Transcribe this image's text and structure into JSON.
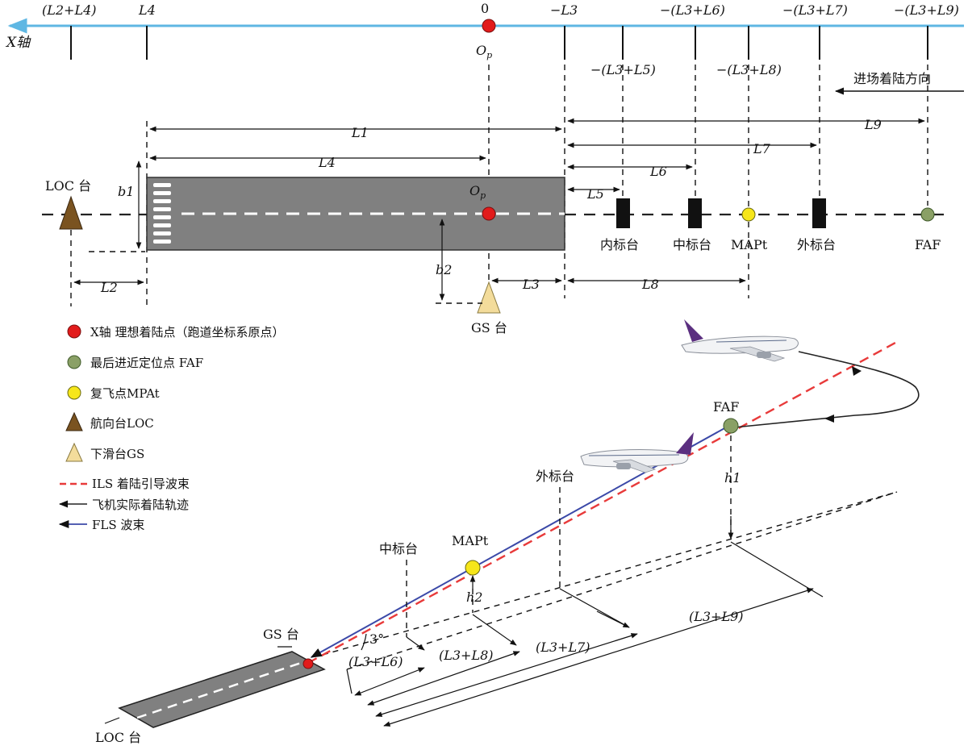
{
  "x_axis": {
    "label": "X轴",
    "origin_value": "0",
    "origin_label": "O",
    "origin_sub": "p",
    "ticks": [
      {
        "id": "l2l4",
        "text": "(L2+L4)"
      },
      {
        "id": "l4",
        "text": "L4"
      },
      {
        "id": "neg_l3",
        "text": "−L3"
      },
      {
        "id": "neg_l3l5",
        "text": "−(L3+L5)"
      },
      {
        "id": "neg_l3l6",
        "text": "−(L3+L6)"
      },
      {
        "id": "neg_l3l8",
        "text": "−(L3+L8)"
      },
      {
        "id": "neg_l3l7",
        "text": "−(L3+L7)"
      },
      {
        "id": "neg_l3l9",
        "text": "−(L3+L9)"
      }
    ]
  },
  "approach_direction": "进场着陆方向",
  "plan": {
    "loc_label": "LOC 台",
    "gs_label": "GS 台",
    "op_label": "O",
    "op_sub": "p",
    "markers": {
      "inner": "内标台",
      "middle": "中标台",
      "mapt": "MAPt",
      "outer": "外标台",
      "faf": "FAF"
    },
    "dims": {
      "L1": "L1",
      "L2": "L2",
      "L3": "L3",
      "L4": "L4",
      "L5": "L5",
      "L6": "L6",
      "L7": "L7",
      "L8": "L8",
      "L9": "L9",
      "b1": "b1",
      "b2": "b2"
    }
  },
  "legend": [
    {
      "id": "ideal",
      "text": "X轴 理想着陆点（跑道坐标系原点）",
      "color": "#e21b1b",
      "shape": "circle"
    },
    {
      "id": "faf",
      "text": "最后进近定位点 FAF",
      "color": "#8aa066",
      "shape": "circle"
    },
    {
      "id": "mapt",
      "text": "复飞点MPAt",
      "color": "#f6e61a",
      "shape": "circle"
    },
    {
      "id": "loc",
      "text": "航向台LOC",
      "color": "#7a5320",
      "shape": "triangle"
    },
    {
      "id": "gs",
      "text": "下滑台GS",
      "color": "#f3dc9b",
      "shape": "triangle"
    },
    {
      "id": "ils",
      "text": "ILS 着陆引导波束",
      "color": "#e83a3a",
      "shape": "dashed-line"
    },
    {
      "id": "track",
      "text": "飞机实际着陆轨迹",
      "color": "#222222",
      "shape": "arrow-line"
    },
    {
      "id": "fls",
      "text": "FLS 波束",
      "color": "#3b49a8",
      "shape": "arrow-line"
    }
  ],
  "perspective": {
    "faf": "FAF",
    "outer": "外标台",
    "middle": "中标台",
    "mapt": "MAPt",
    "gs": "GS 台",
    "loc": "LOC 台",
    "angle": "3°",
    "h1": "h1",
    "h2": "h2",
    "d_l3l6": "(L3+L6)",
    "d_l3l8": "(L3+L8)",
    "d_l3l7": "(L3+L7)",
    "d_l3l9": "(L3+L9)"
  },
  "colors": {
    "axis": "#5fb7e3",
    "runway": "#808080",
    "ils": "#e83a3a",
    "fls": "#3b49a8",
    "ideal": "#e21b1b",
    "faf": "#8aa066",
    "mapt": "#f6e61a",
    "loc": "#7a5320",
    "gs": "#f3dc9b"
  }
}
